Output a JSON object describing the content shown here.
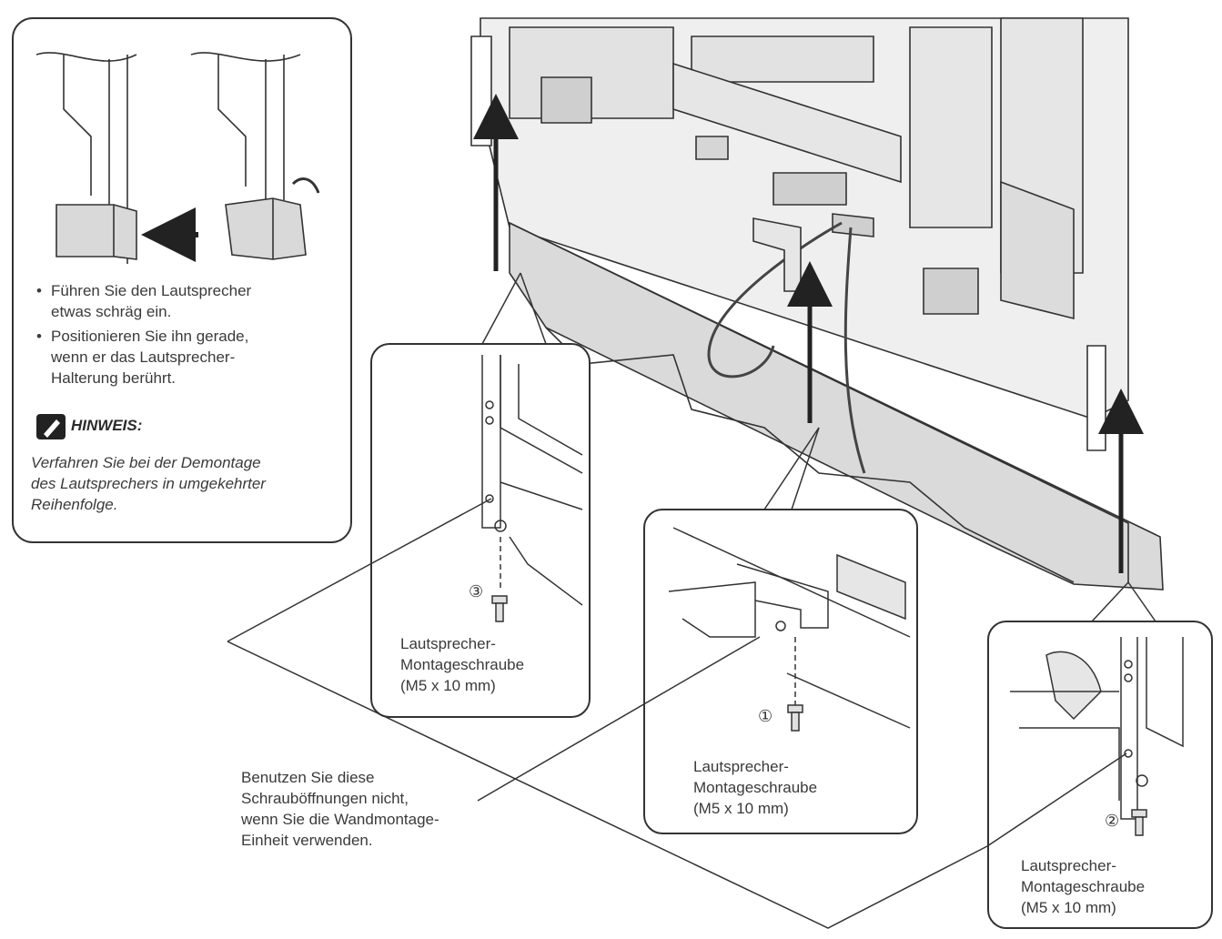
{
  "inset_tip": {
    "bullets": [
      {
        "lines": [
          "Führen Sie den Lautsprecher",
          "etwas schräg ein."
        ]
      },
      {
        "lines": [
          "Positionieren Sie ihn gerade,",
          "wenn er das Lautsprecher-",
          "Halterung berührt."
        ]
      }
    ],
    "note_title": "HINWEIS:",
    "note_lines": [
      "Verfahren Sie bei der Demontage",
      "des Lautsprechers in umgekehrter",
      "Reihenfolge."
    ]
  },
  "screws": [
    {
      "number": "③",
      "lines": [
        "Lautsprecher-",
        "Montageschraube",
        "(M5 x 10 mm)"
      ]
    },
    {
      "number": "①",
      "lines": [
        "Lautsprecher-",
        "Montageschraube",
        "(M5 x 10 mm)"
      ]
    },
    {
      "number": "②",
      "lines": [
        "Lautsprecher-",
        "Montageschraube",
        "(M5 x 10 mm)"
      ]
    }
  ],
  "wall_mount_note": [
    "Benutzen Sie diese",
    "Schrauböffnungen nicht,",
    "wenn Sie die Wandmontage-",
    "Einheit verwenden."
  ],
  "colors": {
    "line": "#3c3c3c",
    "panel": "#e6e6e6",
    "speaker": "#d7d7d7",
    "arrow": "#222222"
  },
  "icons": [
    "pencil-note-icon",
    "screw-icon",
    "arrow-icon"
  ]
}
